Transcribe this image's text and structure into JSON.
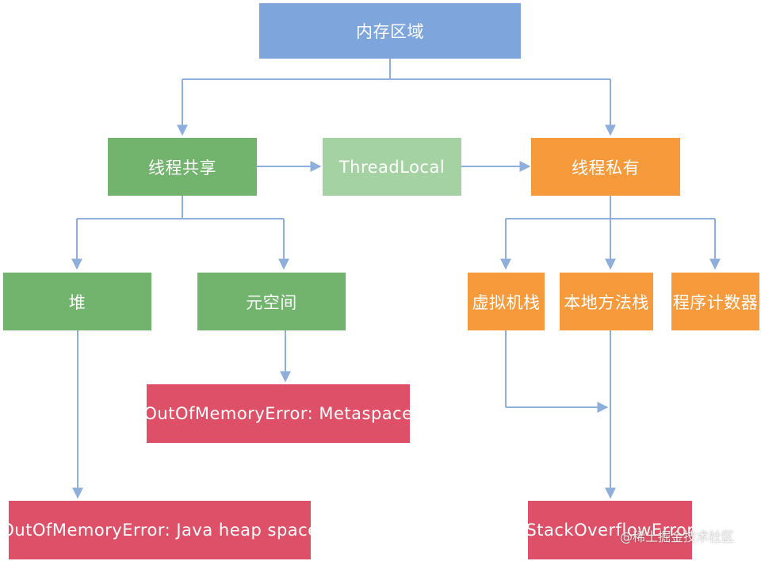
{
  "nodes": {
    "memory_area": "内存区域",
    "thread_shared": "线程共享",
    "thread_local": "ThreadLocal",
    "thread_private": "线程私有",
    "heap": "堆",
    "metaspace": "元空间",
    "vm_stack": "虚拟机栈",
    "native_method_stack": "本地方法栈",
    "program_counter": "程序计数器",
    "oom_metaspace": "OutOfMemoryError: Metaspace",
    "oom_heap": "OutOfMemoryError: Java heap space",
    "stack_overflow": "StackOverflowError"
  },
  "watermark": "@稀土掘金技术社区",
  "colors": {
    "connector": "#8eaedb",
    "root": "#7ea6dc",
    "shared": "#72b36e",
    "thread_local": "#a5d2a3",
    "private": "#f69a3c",
    "error": "#de5067"
  }
}
